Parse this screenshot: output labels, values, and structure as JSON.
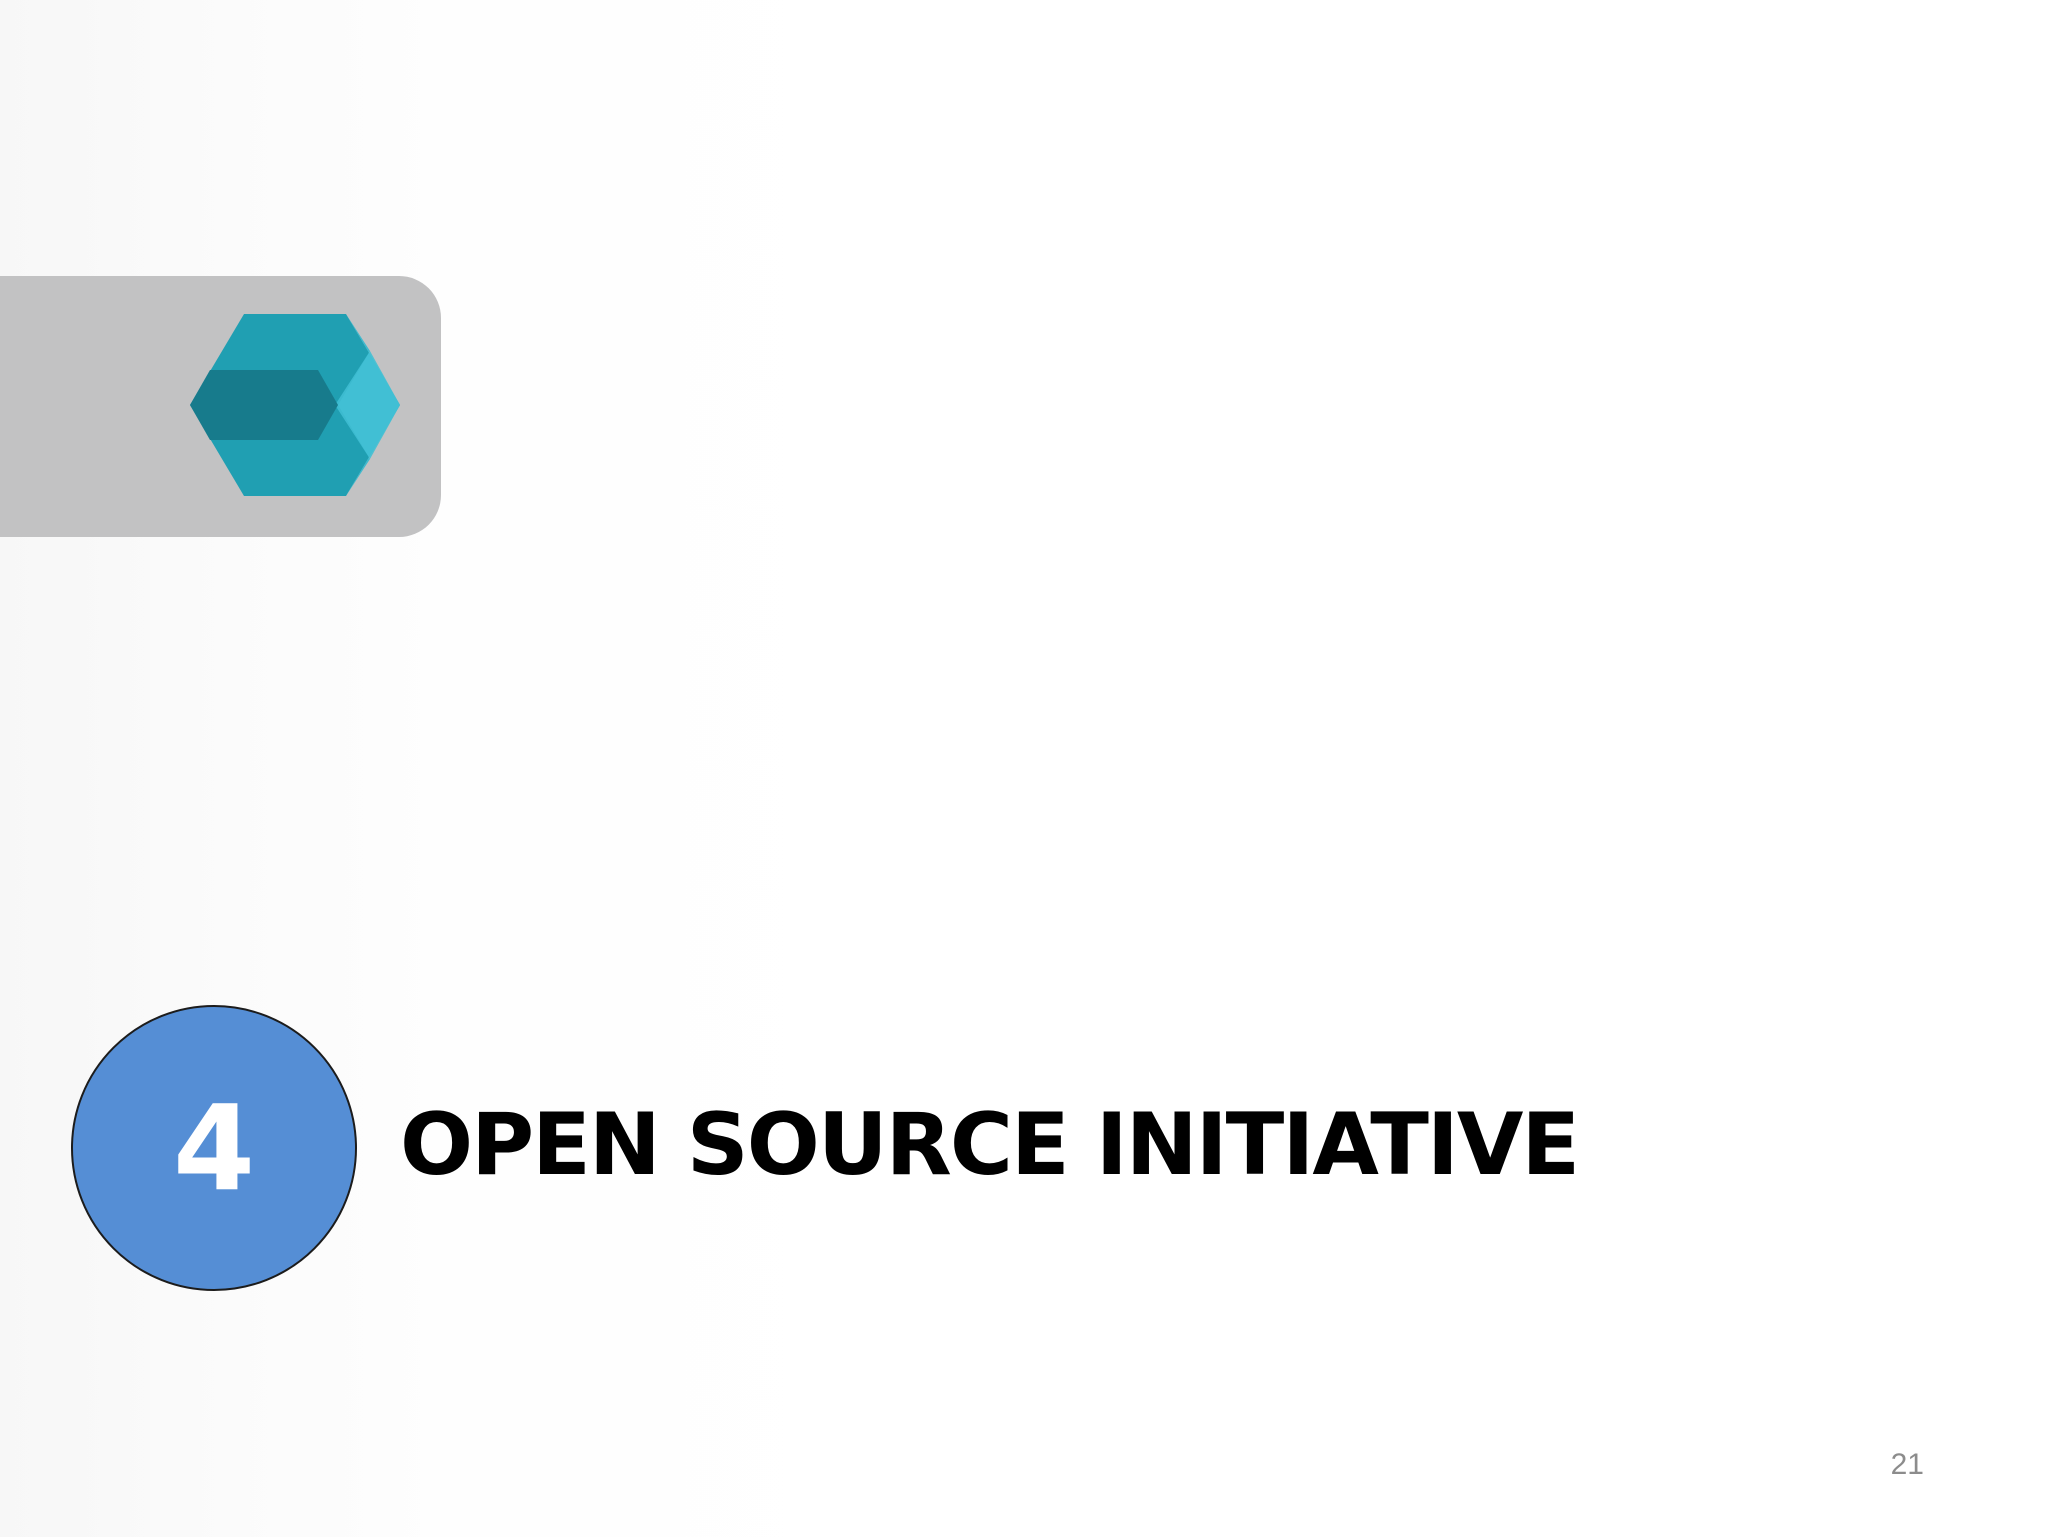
{
  "slide": {
    "section_number": "4",
    "section_title": "OPEN SOURCE INITIATIVE",
    "page_number": "21"
  },
  "colors": {
    "logo_panel": "#c2c2c3",
    "logo_teal_light": "#3cbacf",
    "logo_teal_mid": "#209fb2",
    "logo_teal_dark": "#177b8c",
    "section_circle": "#558ed5",
    "title_text": "#000000",
    "page_number": "#8c8c8c"
  },
  "icons": {
    "logo": "hexagon-logo-icon"
  }
}
